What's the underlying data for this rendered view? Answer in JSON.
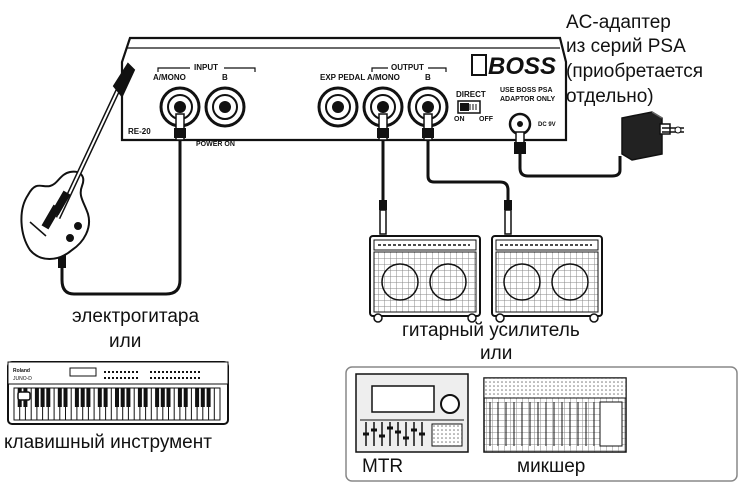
{
  "pedal": {
    "brand": "BOSS",
    "model": "RE-20",
    "input_label": "INPUT",
    "input_a_label": "A/MONO",
    "input_b_label": "B",
    "power_on_label": "POWER ON",
    "exp_pedal_label": "EXP PEDAL",
    "output_label": "OUTPUT",
    "output_a_label": "A/MONO",
    "output_b_label": "B",
    "direct_label": "DIRECT",
    "direct_on_label": "ON",
    "direct_off_label": "OFF",
    "adaptor_label_1": "USE BOSS PSA",
    "adaptor_label_2": "ADAPTOR ONLY",
    "dc_label": "DC 9V"
  },
  "adapter_caption": [
    "AC-адаптер",
    "из серий PSA",
    "(приобретается",
    "отдельно)"
  ],
  "guitar_caption": "электрогитара",
  "or_left": "или",
  "keyboard_caption": "клавишный инструмент",
  "keyboard_brand": "Roland",
  "keyboard_model": "JUNO-D",
  "amp_caption": "гитарный усилитель",
  "or_right": "или",
  "mtr_caption": "MTR",
  "mixer_caption": "микшер",
  "colors": {
    "ink": "#111111",
    "grille": "#cfcfcf",
    "panel": "#f4f4f4"
  }
}
